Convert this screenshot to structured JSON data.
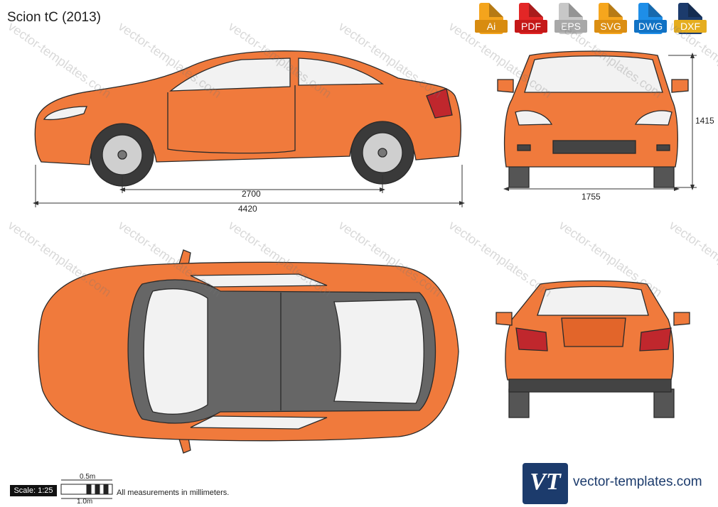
{
  "title": "Scion tC (2013)",
  "formats": [
    {
      "label": "Ai",
      "color": "#f4a41c",
      "icon": "file-ai-icon"
    },
    {
      "label": "PDF",
      "color": "#e32626",
      "icon": "file-pdf-icon"
    },
    {
      "label": "EPS",
      "color": "#c7c7c7",
      "icon": "file-eps-icon"
    },
    {
      "label": "SVG",
      "color": "#f6a61d",
      "icon": "file-svg-icon"
    },
    {
      "label": "DWG",
      "color": "#1e8ee8",
      "icon": "file-dwg-icon"
    },
    {
      "label": "DXF",
      "color": "#1c3b6c",
      "icon": "file-dxf-icon"
    }
  ],
  "dimensions": {
    "wheelbase": "2700",
    "length": "4420",
    "width": "1755",
    "height": "1415"
  },
  "scale": {
    "label": "Scale: 1:25",
    "half": "0.5m",
    "full": "1.0m"
  },
  "note": "All measurements in millimeters.",
  "brand": {
    "text": "vector-templates.com",
    "logo": "VT"
  },
  "watermark": "vector-templates.com",
  "colors": {
    "body": "#f07a3c",
    "body_dark": "#e2652a",
    "glass": "#f2f2f2",
    "roof": "#666666",
    "outline": "#2a2a2a"
  }
}
